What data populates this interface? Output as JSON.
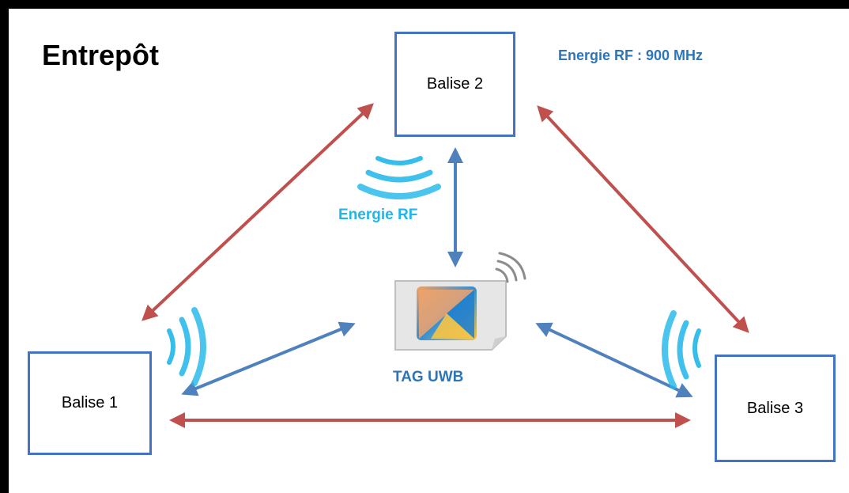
{
  "title": "Entrepôt",
  "frequency_label": "Energie RF : 900 MHz",
  "beacons": [
    {
      "label": "Balise 1"
    },
    {
      "label": "Balise 2"
    },
    {
      "label": "Balise 3"
    }
  ],
  "rf_label": "Energie RF",
  "tag_label": "TAG UWB",
  "colors": {
    "beacon_border": "#4472c4",
    "red_link": "#c0504d",
    "blue_link": "#4f81bd",
    "rf_wave": "#1fb6ea",
    "title_blue": "#2e75b6"
  }
}
